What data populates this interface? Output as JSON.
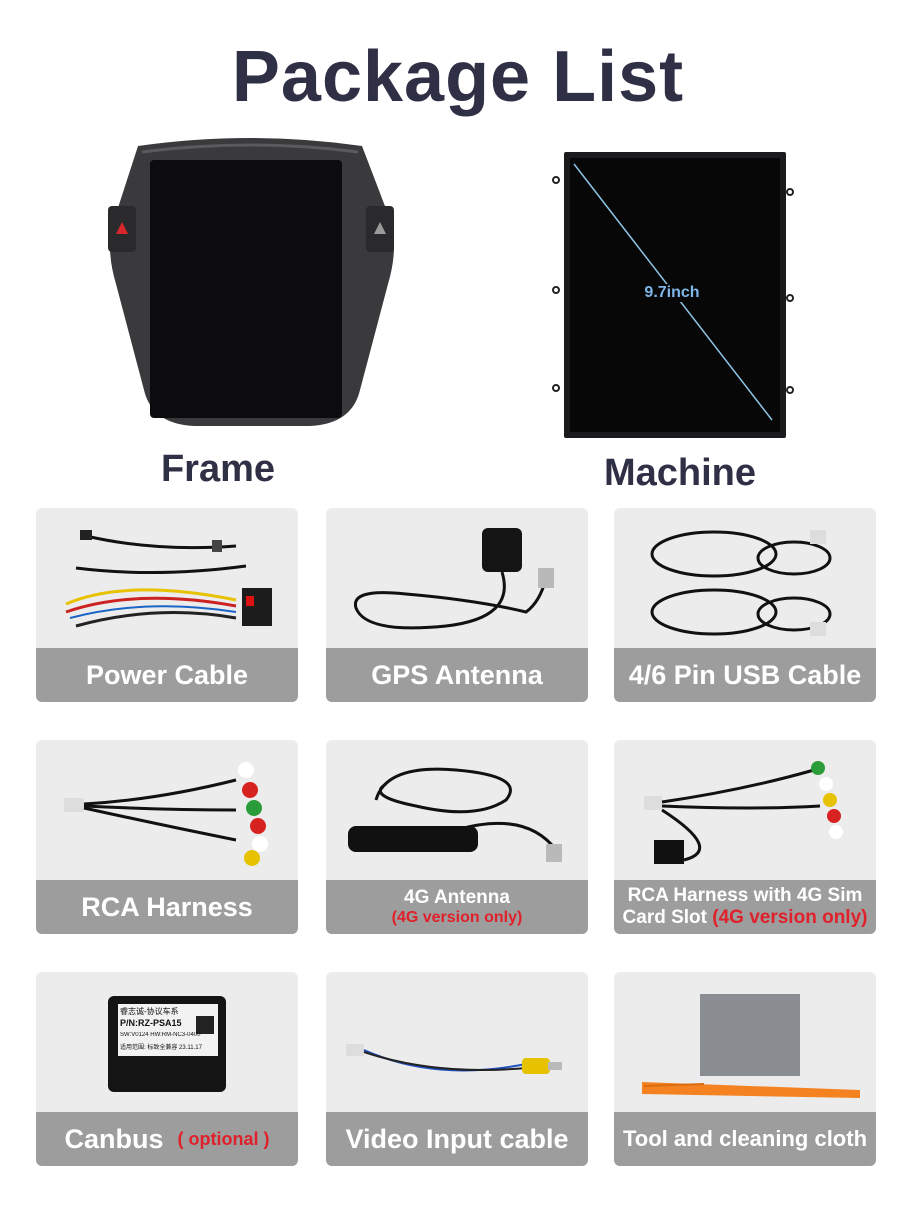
{
  "title": "Package List",
  "frame": {
    "caption": "Frame"
  },
  "machine": {
    "caption": "Machine",
    "size_label": "9.7inch"
  },
  "items": [
    {
      "label": "Power Cable"
    },
    {
      "label": "GPS Antenna"
    },
    {
      "label": "4/6 Pin USB Cable"
    },
    {
      "label": "RCA Harness"
    },
    {
      "label": "4G Antenna",
      "note": "(4G version only)"
    },
    {
      "line1": "RCA Harness with 4G Sim",
      "line2": "Card Slot",
      "note": "(4G version only)"
    },
    {
      "label": "Canbus",
      "note": "( optional )"
    },
    {
      "label": "Video Input cable"
    },
    {
      "label": "Tool and cleaning cloth"
    }
  ],
  "canbus_sticker": {
    "line1": "睿志诚-协议车系",
    "line2": "P/N:RZ-PSA15",
    "line3": "SW:V0124  HW:RM-NC3-0400",
    "line4": "适用范围: 标致全兼容  23.11.17"
  },
  "colors": {
    "title": "#2f2f45",
    "band": "#9d9d9d",
    "card": "#ececec",
    "note": "#e0202a",
    "tool": "#f58220"
  }
}
